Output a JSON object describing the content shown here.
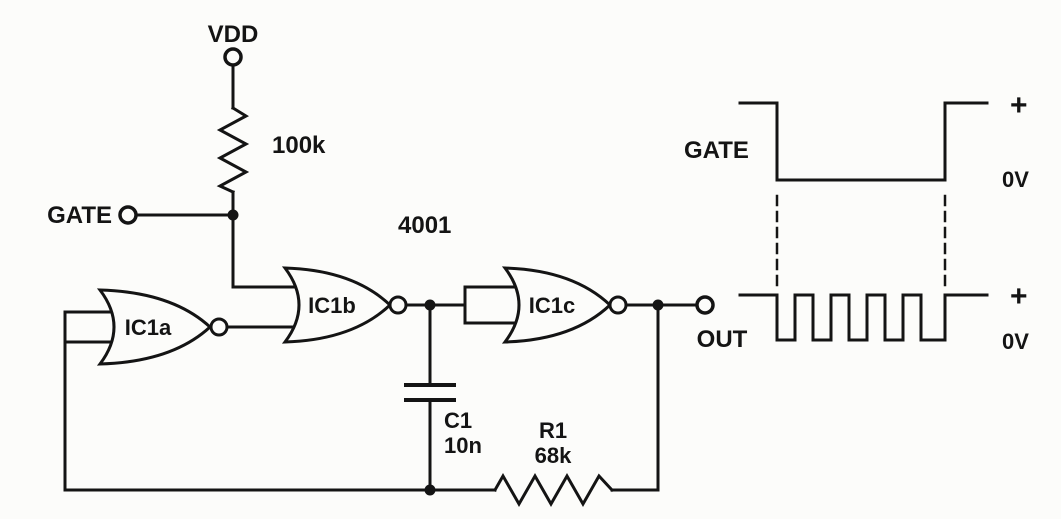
{
  "diagram": {
    "ic_part_number": "4001",
    "vdd_label": "VDD",
    "gate_input_label": "GATE",
    "out_label": "OUT",
    "pullup_resistor_value": "100k",
    "nor_gate_a_label": "IC1a",
    "nor_gate_b_label": "IC1b",
    "nor_gate_c_label": "IC1c",
    "capacitor_name": "C1",
    "capacitor_value": "10n",
    "feedback_resistor_name": "R1",
    "feedback_resistor_value": "68k"
  },
  "waveforms": {
    "gate_trace_label": "GATE",
    "gate_high_label": "+",
    "gate_low_label": "0V",
    "out_high_label": "+",
    "out_low_label": "0V"
  },
  "colors": {
    "ink": "#141414",
    "background": "#fcfcfa"
  }
}
